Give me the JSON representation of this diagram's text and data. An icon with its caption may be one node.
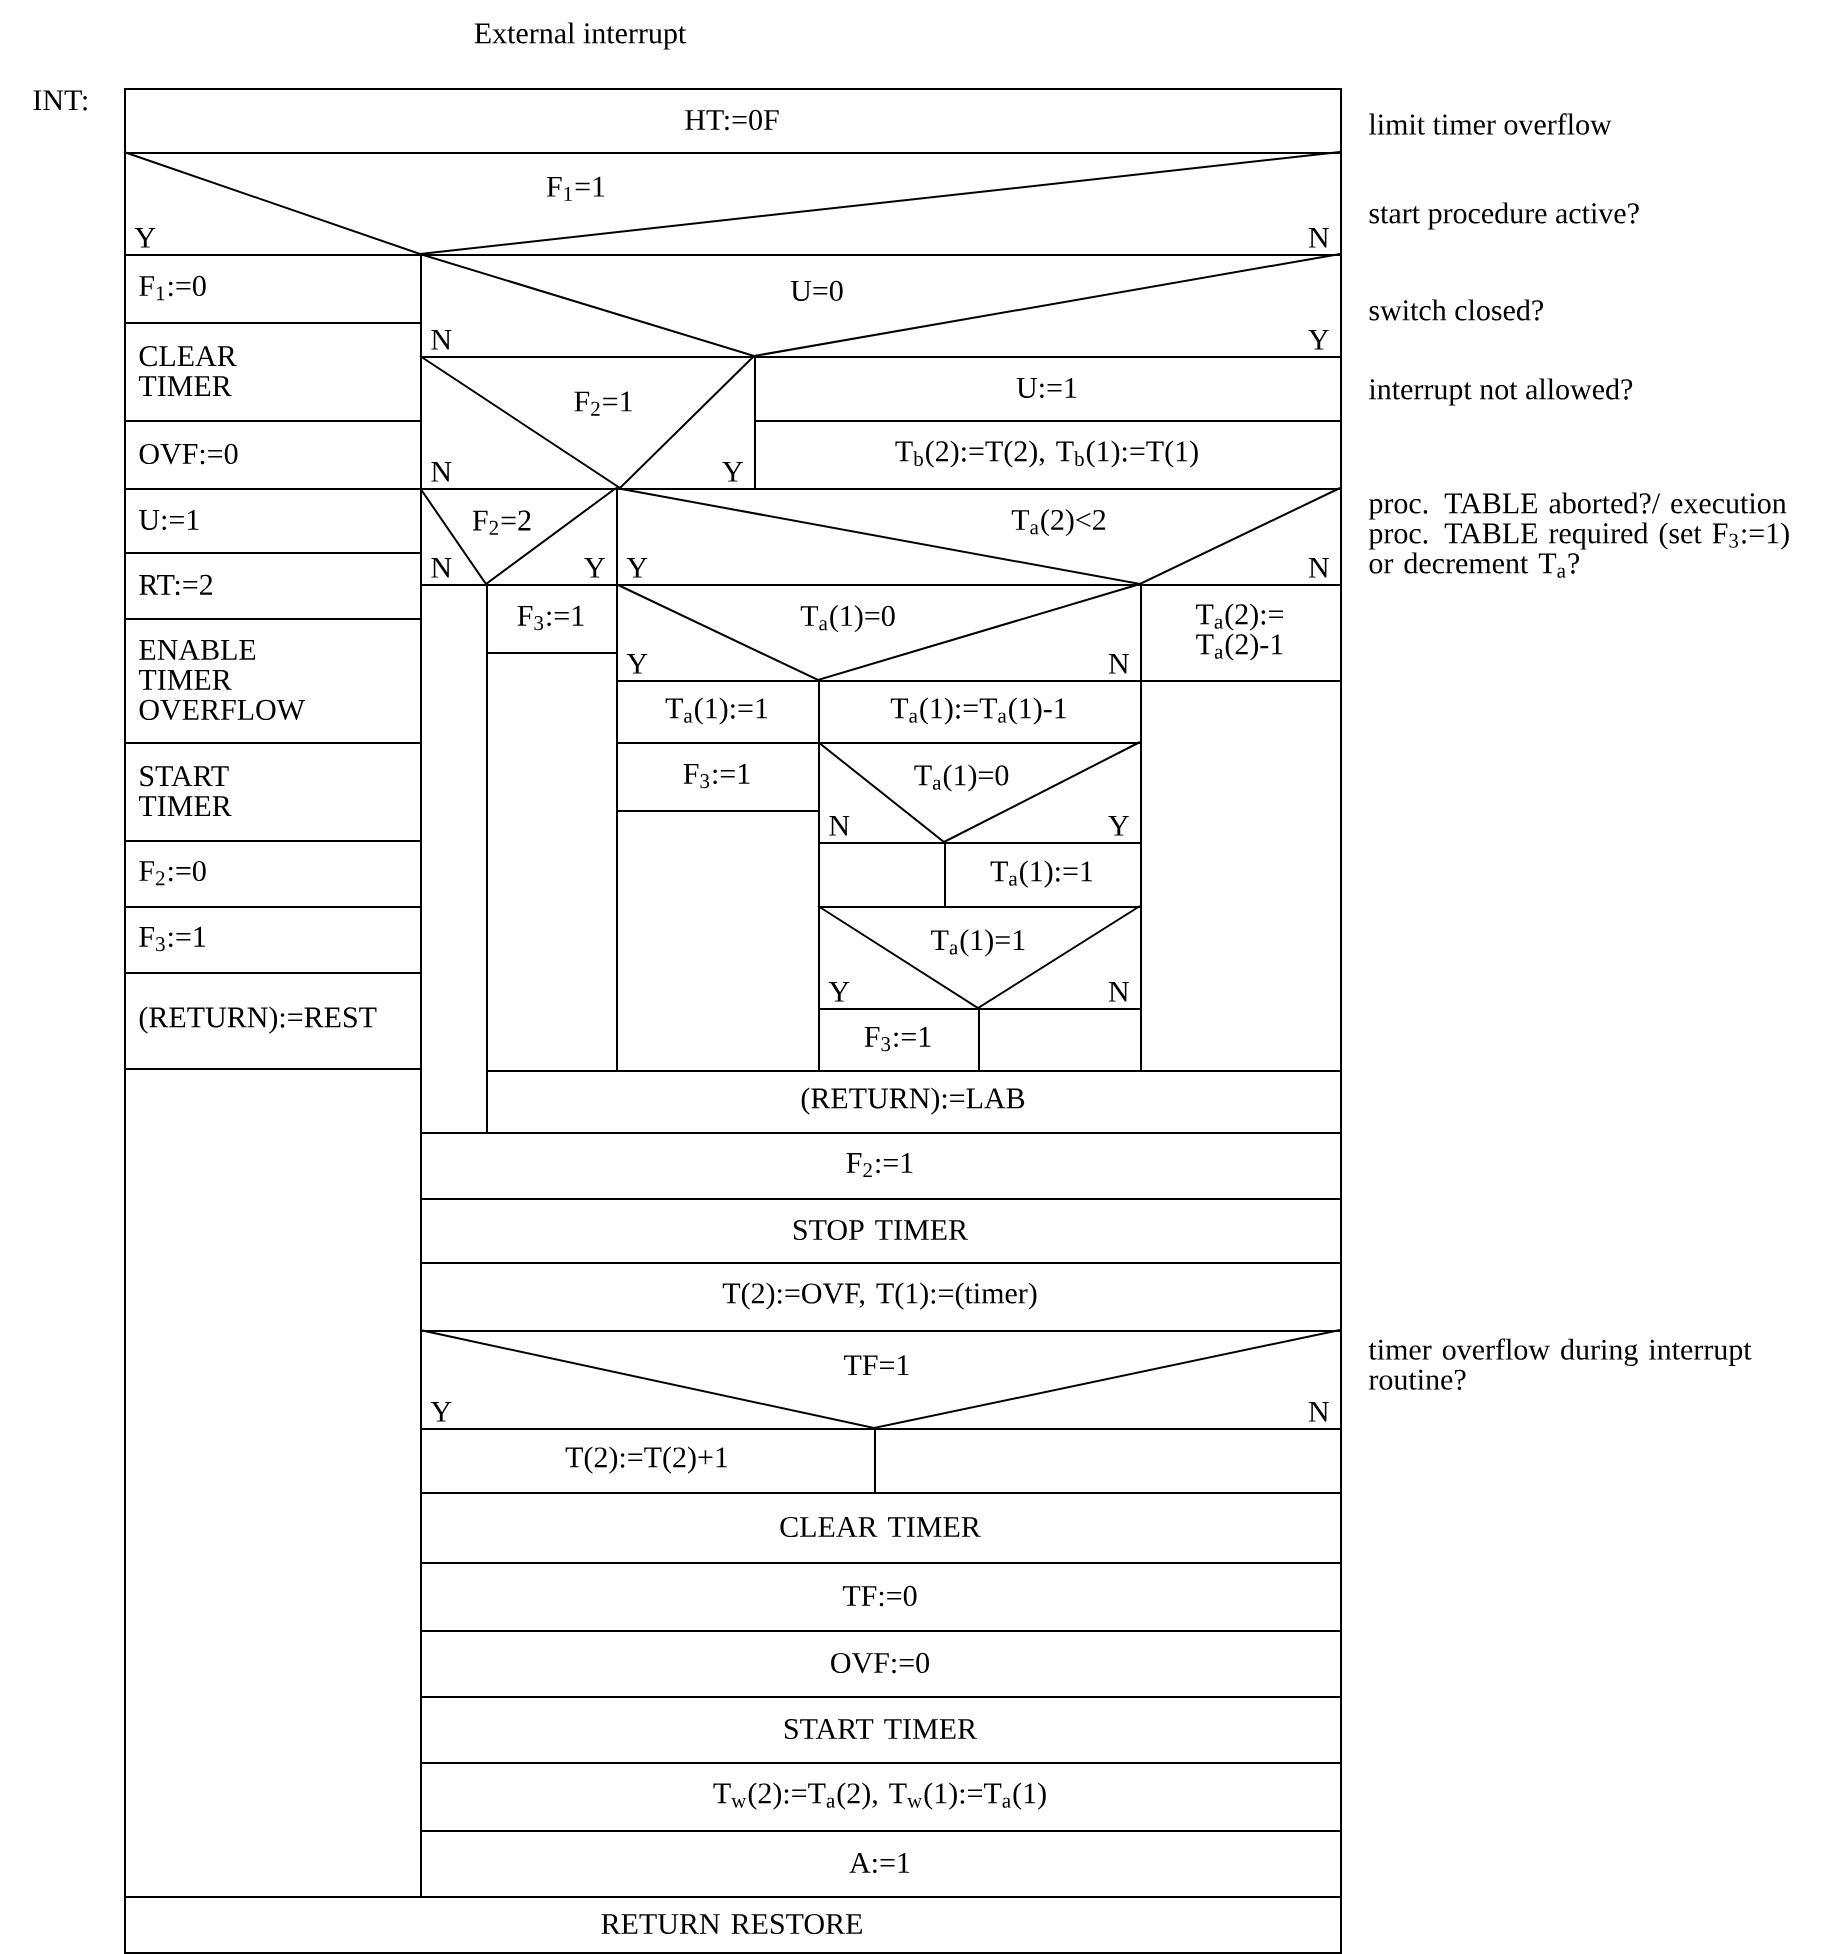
{
  "diagram": {
    "title": "External interrupt",
    "nodes": [
      {
        "text": [
          "HT:=0F"
        ]
      },
      {
        "text": [
          "F$_{1}$=1",
          "Y",
          "N"
        ]
      },
      {
        "text": [
          "F$_{1}$:=0"
        ]
      },
      {
        "text": [
          "CLEAR TIMER"
        ]
      },
      {
        "text": [
          "OVF:=0"
        ]
      },
      {
        "text": [
          "U:=1"
        ]
      },
      {
        "text": [
          "RT:=2"
        ]
      },
      {
        "text": [
          "ENABLE TIMER OVERFLOW"
        ]
      },
      {
        "text": [
          "START TIMER"
        ]
      },
      {
        "text": [
          "F$_{2}$:=0"
        ]
      },
      {
        "text": [
          "F$_{3}$:=1"
        ]
      },
      {
        "text": [
          "(RETURN):=REST"
        ]
      },
      {
        "text": [],
        "shape": "box"
      },
      {
        "text": [
          "U=0",
          "N",
          "Y"
        ]
      },
      {
        "text": [
          "F$_{2}$=1",
          "N",
          "Y"
        ]
      },
      {
        "text": [
          "U:=1"
        ]
      },
      {
        "text": [
          "T$_{b}$(2):=T(2), T$_{b}$(1):=T(1)"
        ]
      },
      {
        "text": [
          "F$_{2}$=2",
          "N",
          "Y"
        ]
      },
      {
        "text": [
          "T$_{a}$(2)<2",
          "Y",
          "N"
        ]
      },
      {
        "text": [],
        "shape": "box"
      },
      {
        "text": [
          "F$_{3}$:=1"
        ]
      },
      {
        "text": [],
        "shape": "box"
      },
      {
        "text": [
          "T$_{a}$(1)=0",
          "Y",
          "N"
        ]
      },
      {
        "text": [
          "T$_{a}$(2):= T$_{a}$(2)-1"
        ]
      },
      {
        "text": [
          "T$_{a}$(1):=1"
        ]
      },
      {
        "text": [
          "F$_{3}$:=1"
        ]
      },
      {
        "text": [],
        "shape": "box"
      },
      {
        "text": [
          "T$_{a}$(1):=T$_{a}$(1)-1"
        ]
      },
      {
        "text": [
          "T$_{a}$(1)=0",
          "N",
          "Y"
        ]
      },
      {
        "text": [],
        "shape": "box"
      },
      {
        "text": [
          "T$_{a}$(1):=1"
        ]
      },
      {
        "text": [
          "T$_{a}$(1)=1",
          "Y",
          "N"
        ]
      },
      {
        "text": [
          "F$_{3}$:=1"
        ]
      },
      {
        "text": [],
        "shape": "box"
      },
      {
        "text": [],
        "shape": "box"
      },
      {
        "text": [
          "(RETURN):=LAB"
        ]
      },
      {
        "text": [
          "F$_{2}$:=1"
        ]
      },
      {
        "text": [
          "STOP TIMER"
        ]
      },
      {
        "text": [
          "T(2):=OVF, T(1):=(timer)"
        ]
      },
      {
        "text": [
          "TF=1",
          "Y",
          "N"
        ]
      },
      {
        "text": [
          "T(2):=T(2)+1"
        ]
      },
      {
        "text": [],
        "shape": "box"
      },
      {
        "text": [
          "CLEAR TIMER"
        ]
      },
      {
        "text": [
          "TF:=0"
        ]
      },
      {
        "text": [
          "OVF:=0"
        ]
      },
      {
        "text": [
          "START TIMER"
        ]
      },
      {
        "text": [
          "T$_{w}$(2):=T$_{a}$(2), T$_{w}$(1):=T$_{a}$(1)"
        ]
      },
      {
        "text": [
          "A:=1"
        ]
      },
      {
        "text": [
          "RETURN RESTORE"
        ]
      }
    ],
    "labels": [
      "INT:",
      "limit timer overflow",
      "start procedure active?",
      "switch closed?",
      "interrupt not allowed?",
      "proc. TABLE aborted?/ execution proc. TABLE required (set F$_{3}$:=1) or decrement T$_{a}$?",
      "timer overflow during interrupt routine?"
    ]
  }
}
